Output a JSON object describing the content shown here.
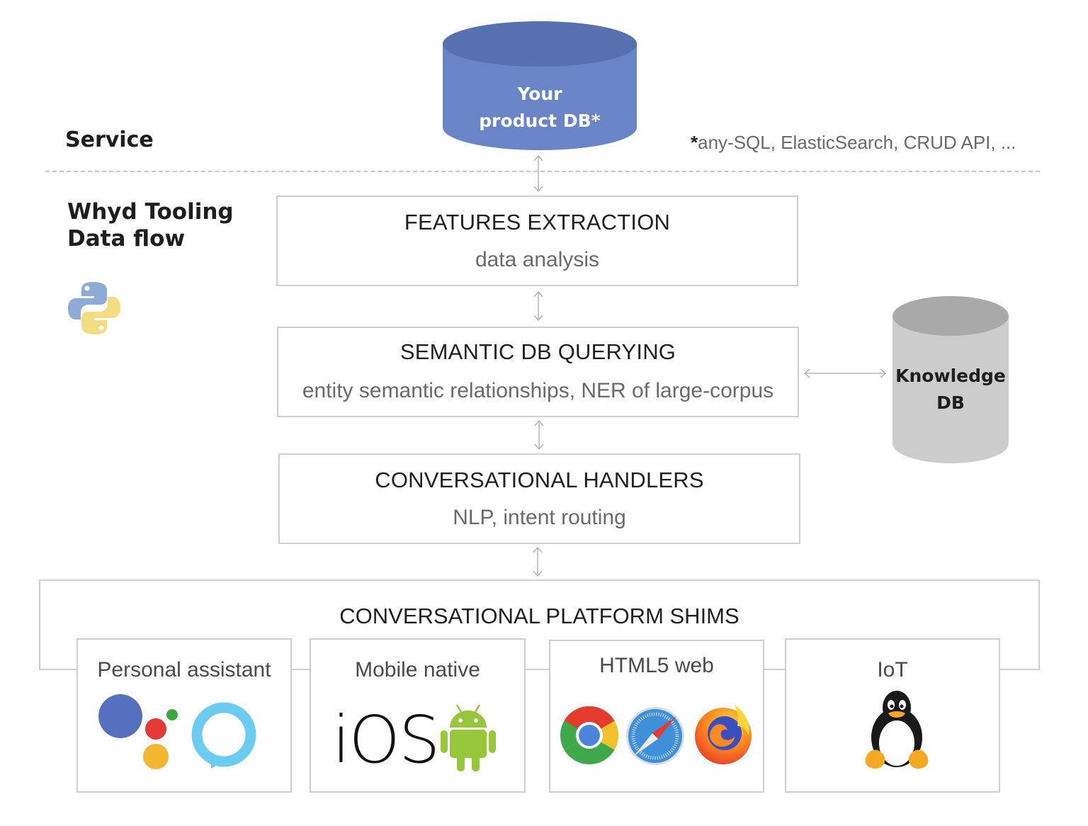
{
  "sections": {
    "service": "Service",
    "tooling_line1": "Whyd Tooling",
    "tooling_line2": "Data flow"
  },
  "product_db": {
    "line1": "Your",
    "line2": "product DB*",
    "color": "#6a84c8",
    "top_color": "#5670b0"
  },
  "footnote": {
    "star": "*",
    "text": "any-SQL, ElasticSearch, CRUD API, ..."
  },
  "knowledge_db": {
    "line1": "Knowledge",
    "line2": "DB",
    "color": "#cccccc",
    "top_color": "#a9a9a9"
  },
  "layers": [
    {
      "title": "FEATURES EXTRACTION",
      "subtitle": "data analysis"
    },
    {
      "title": "SEMANTIC DB QUERYING",
      "subtitle": "entity semantic relationships, NER of large-corpus"
    },
    {
      "title": "CONVERSATIONAL HANDLERS",
      "subtitle": "NLP, intent routing"
    }
  ],
  "shims": {
    "title": "CONVERSATIONAL PLATFORM SHIMS",
    "platforms": [
      {
        "label": "Personal assistant",
        "icons": [
          "google-assistant-icon",
          "alexa-icon"
        ]
      },
      {
        "label": "Mobile native",
        "icons": [
          "ios-icon",
          "android-icon"
        ],
        "ios_text": "iOS"
      },
      {
        "label": "HTML5 web",
        "icons": [
          "chrome-icon",
          "safari-icon",
          "firefox-icon"
        ]
      },
      {
        "label": "IoT",
        "icons": [
          "linux-tux-icon"
        ]
      }
    ]
  },
  "icons": {
    "python": "python-logo-icon"
  }
}
